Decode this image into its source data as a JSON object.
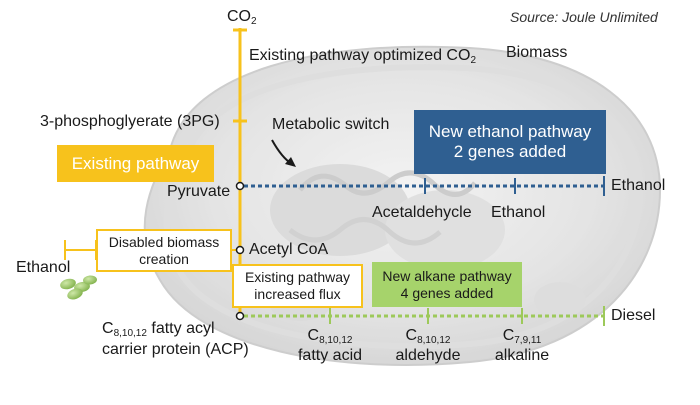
{
  "source": "Source: Joule Unlimited",
  "top_label": {
    "text": "CO",
    "sub": "2"
  },
  "existing_optimized": {
    "text": "Existing pathway optimized CO",
    "sub": "2"
  },
  "biomass": "Biomass",
  "pg3": "3-phosphoglyerate (3PG)",
  "metabolic_switch": "Metabolic switch",
  "existing_pathway": "Existing pathway",
  "pyruvate": "Pyruvate",
  "ethanol_pathway_box": {
    "line1": "New ethanol pathway",
    "line2": "2 genes added"
  },
  "ethanol_right": "Ethanol",
  "acetaldehycle": "Acetaldehycle",
  "ethanol_mid": "Ethanol",
  "disabled_box": {
    "line1": "Disabled biomass",
    "line2": "creation"
  },
  "ethanol_left": "Ethanol",
  "acetyl_coa": "Acetyl CoA",
  "flux_box": {
    "line1": "Existing pathway",
    "line2": "increased flux"
  },
  "alkane_box": {
    "line1": "New alkane pathway",
    "line2": "4 genes added"
  },
  "diesel": "Diesel",
  "fatty_acyl": {
    "prefix": "C",
    "sub": "8,10,12",
    "line1": " fatty acyl",
    "line2": "carrier protein (ACP)"
  },
  "fatty_acid": {
    "prefix": "C",
    "sub": "8,10,12",
    "line2": "fatty acid"
  },
  "aldehyde": {
    "prefix": "C",
    "sub": "8,10,12",
    "line2": "aldehyde"
  },
  "alkaline": {
    "prefix": "C",
    "sub": "7,9,11",
    "line2": "alkaline"
  },
  "colors": {
    "trunk": "#f7c21c",
    "ethanol_blue": "#2f5f91",
    "alkane_green": "#a6d36b",
    "dotted_green": "#9dc95a",
    "text_dark": "#1a1a1a"
  }
}
